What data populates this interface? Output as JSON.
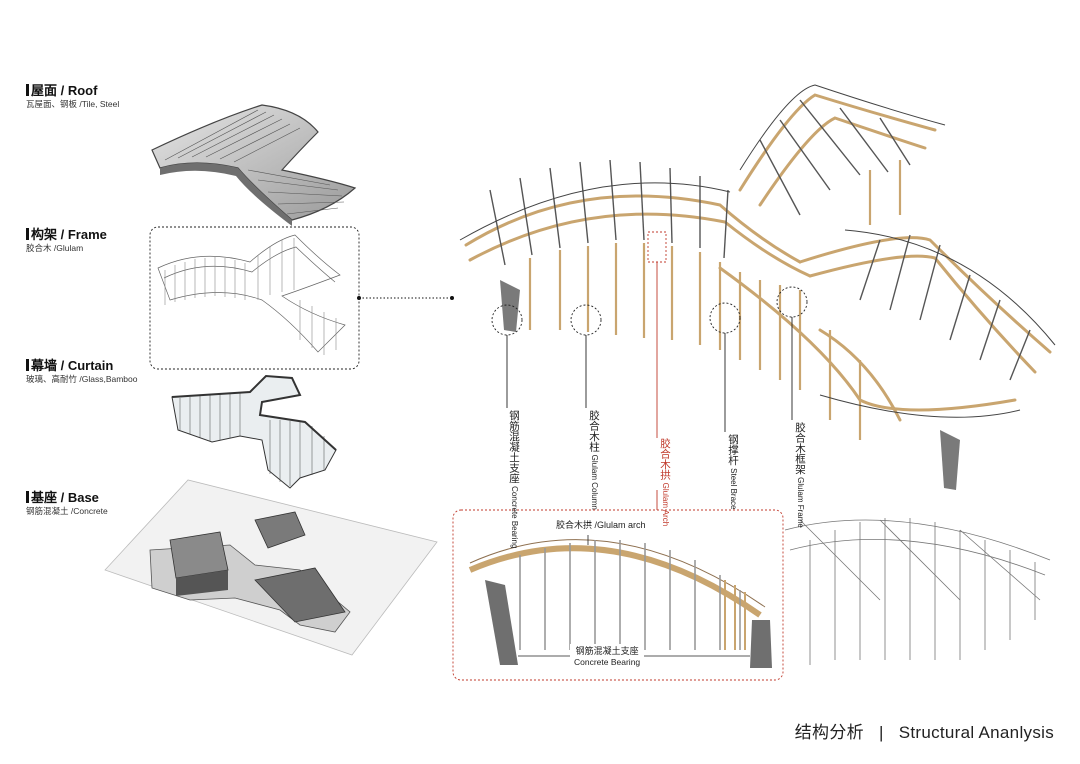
{
  "layers": [
    {
      "title": "屋面 / Roof",
      "subtitle": "瓦屋面、钢板 /Tile, Steel"
    },
    {
      "title": "构架 / Frame",
      "subtitle": "胶合木 /Glulam"
    },
    {
      "title": "幕墙 / Curtain",
      "subtitle": "玻璃、高耐竹 /Glass,Bamboo"
    },
    {
      "title": "基座 / Base",
      "subtitle": "钢筋混凝土 /Concrete"
    }
  ],
  "annotations": [
    {
      "cn": "钢筋混凝土支座",
      "en": "Concrete Bearing",
      "highlight": false
    },
    {
      "cn": "胶合木柱",
      "en": "Glulam Column",
      "highlight": false
    },
    {
      "cn": "胶合木拱",
      "en": "Glulam Arch",
      "highlight": true
    },
    {
      "cn": "钢撑杆",
      "en": "Steel Brace",
      "highlight": false
    },
    {
      "cn": "胶合木框架",
      "en": "Glulam Frame",
      "highlight": false
    }
  ],
  "detail": {
    "arch_label": "胶合木拱 /Glulam arch",
    "bearing_cn": "钢筋混凝土支座",
    "bearing_en": "Concrete Bearing"
  },
  "footer": {
    "cn": "结构分析",
    "separator": "|",
    "en": "Structural Ananlysis"
  },
  "colors": {
    "glulam": "#d9b98c",
    "concrete": "#777777",
    "highlight": "#c0392b",
    "line": "#333333"
  }
}
